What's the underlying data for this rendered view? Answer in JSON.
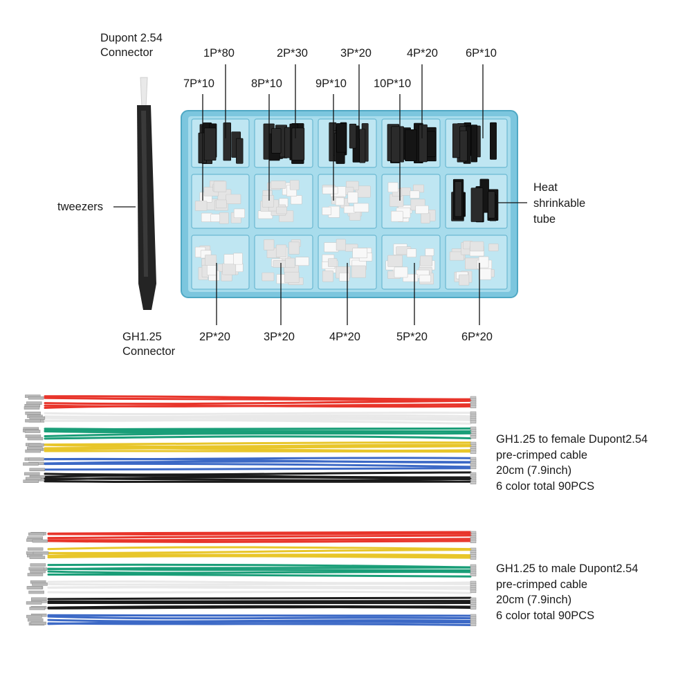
{
  "dupont_title": "Dupont 2.54 Connector",
  "dupont_labels": {
    "row1": [
      "1P*80",
      "2P*30",
      "3P*20",
      "4P*20",
      "6P*10"
    ],
    "row2": [
      "7P*10",
      "8P*10",
      "9P*10",
      "10P*10"
    ]
  },
  "gh_title": "GH1.25 Connector",
  "gh_labels": [
    "2P*20",
    "3P*20",
    "4P*20",
    "5P*20",
    "6P*20"
  ],
  "tweezers_label": "tweezers",
  "heat_shrink_label": "Heat shrinkable tube",
  "female_cable": [
    "GH1.25 to female Dupont2.54",
    "pre-crimped cable",
    "20cm (7.9inch)",
    "6 color total 90PCS"
  ],
  "male_cable": [
    "GH1.25 to male Dupont2.54",
    "pre-crimped cable",
    "20cm (7.9inch)",
    "6 color total 90PCS"
  ],
  "colors": {
    "box": "#7cc6de",
    "red": "#e8352b",
    "white": "#e9e9e9",
    "green": "#1a9e78",
    "yellow": "#e8c62a",
    "blue": "#3c69c6",
    "black": "#1b1b1b"
  }
}
